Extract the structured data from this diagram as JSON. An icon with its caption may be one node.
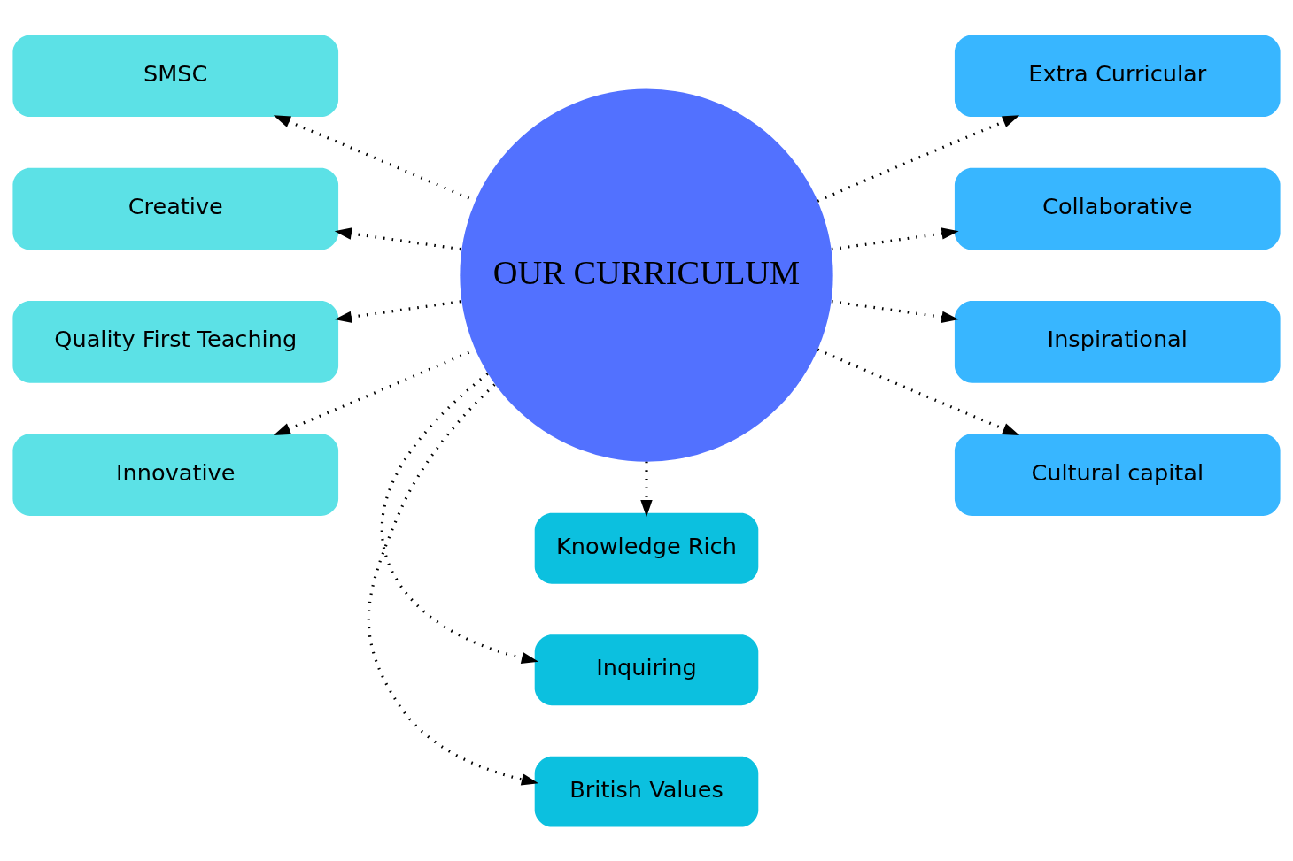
{
  "diagram": {
    "nodes": [
      {
        "text": [
          "OUR CURRICULUM"
        ]
      },
      {
        "text": [
          "SMSC"
        ]
      },
      {
        "text": [
          "Creative"
        ]
      },
      {
        "text": [
          "Quality First Teaching"
        ]
      },
      {
        "text": [
          "Innovative"
        ]
      },
      {
        "text": [
          "Extra Curricular"
        ]
      },
      {
        "text": [
          "Collaborative"
        ]
      },
      {
        "text": [
          "Inspirational"
        ]
      },
      {
        "text": [
          "Cultural capital"
        ]
      },
      {
        "text": [
          "British Values"
        ]
      },
      {
        "text": [
          "Inquiring"
        ]
      },
      {
        "text": [
          "Knowledge Rich"
        ]
      }
    ],
    "edges": [
      {
        "from": 0,
        "to": 1,
        "arrow": "to"
      },
      {
        "from": 0,
        "to": 2,
        "arrow": "to"
      },
      {
        "from": 0,
        "to": 3,
        "arrow": "to"
      },
      {
        "from": 0,
        "to": 4,
        "arrow": "to"
      },
      {
        "from": 0,
        "to": 5,
        "arrow": "to"
      },
      {
        "from": 0,
        "to": 6,
        "arrow": "to"
      },
      {
        "from": 0,
        "to": 7,
        "arrow": "to"
      },
      {
        "from": 0,
        "to": 8,
        "arrow": "to"
      },
      {
        "from": 0,
        "to": 9,
        "arrow": "to"
      },
      {
        "from": 0,
        "to": 10,
        "arrow": "to"
      },
      {
        "from": 0,
        "to": 11,
        "arrow": "to"
      }
    ]
  }
}
